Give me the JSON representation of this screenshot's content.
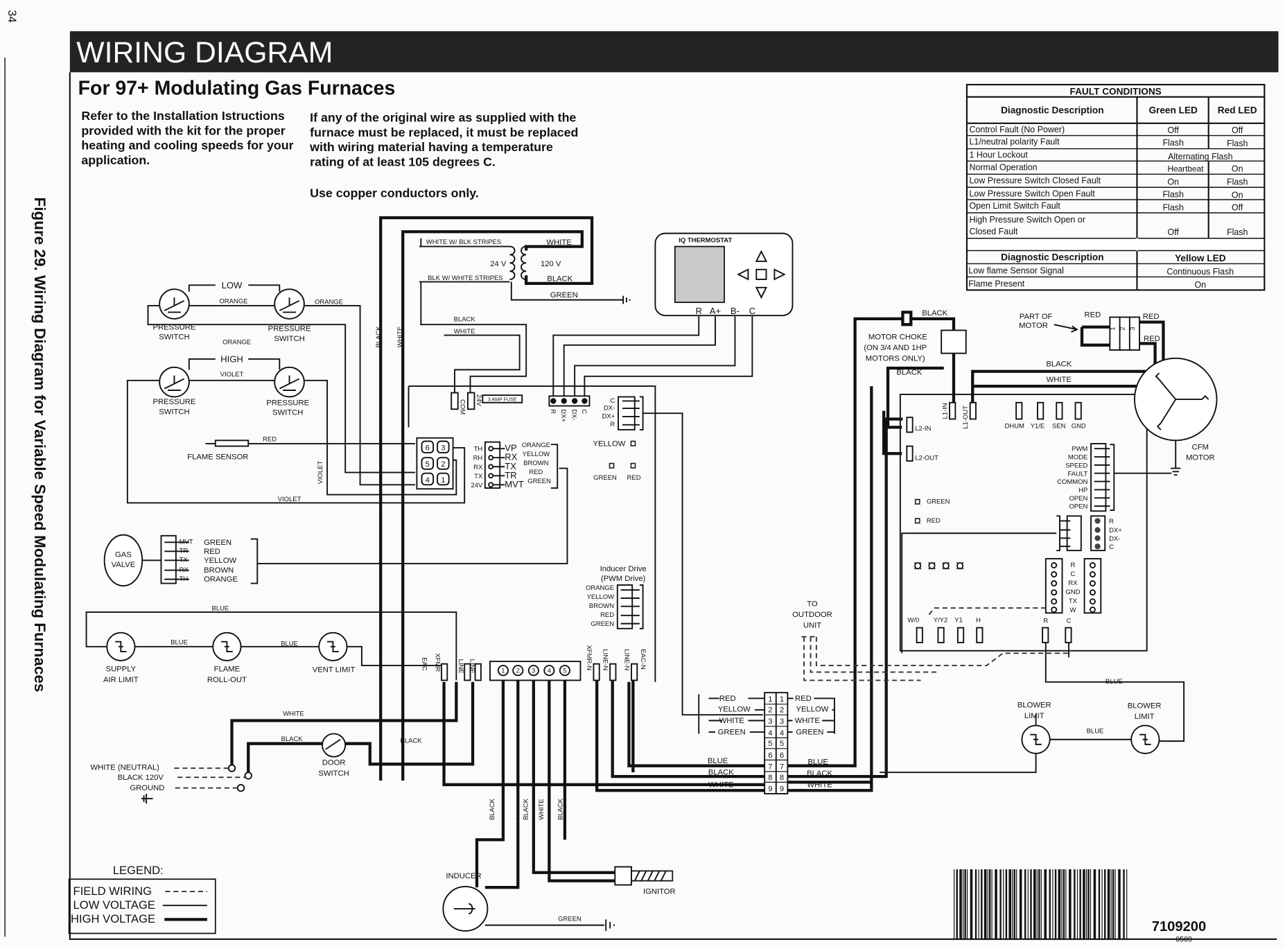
{
  "page_number": "34",
  "side_caption": "Figure 29. Wiring Diagram for Variable Speed Modulating Furnaces",
  "header": {
    "title": "WIRING DIAGRAM",
    "subtitle": "For 97+ Modulating Gas Furnaces"
  },
  "notes": {
    "left": [
      "Refer to the Installation Istructions",
      "provided with the kit for the proper",
      "heating and cooling speeds for your",
      "application."
    ],
    "right": [
      "If any of the original wire as supplied with the",
      "furnace must be replaced, it must be replaced",
      "with wiring material having a temperature",
      "rating of at least 105 degrees C."
    ],
    "copper": "Use copper conductors only."
  },
  "fault_table": {
    "title": "FAULT CONDITIONS",
    "headers": [
      "Diagnostic Description",
      "Green LED",
      "Red LED"
    ],
    "rows": [
      {
        "desc": "Control Fault (No Power)",
        "green": "Off",
        "red": "Off"
      },
      {
        "desc": "L1/neutral polarity Fault",
        "green": "Flash",
        "red": "Flash"
      },
      {
        "desc": "1 Hour Lockout",
        "both": "Alternating Flash"
      },
      {
        "desc": "Normal Operation",
        "green": "Heartbeat",
        "red": "On"
      },
      {
        "desc": "Low Pressure Switch Closed Fault",
        "green": "On",
        "red": "Flash"
      },
      {
        "desc": "Low Pressure Switch Open Fault",
        "green": "Flash",
        "red": "On"
      },
      {
        "desc": "Open Limit Switch Fault",
        "green": "Flash",
        "red": "Off"
      },
      {
        "desc": [
          "High Pressure Switch Open or",
          "Closed Fault"
        ],
        "green": "Off",
        "red": "Flash"
      }
    ],
    "headers2": [
      "Diagnostic Description",
      "Yellow LED"
    ],
    "rows2": [
      {
        "desc": "Low flame Sensor Signal",
        "yellow": "Continuous Flash"
      },
      {
        "desc": "Flame Present",
        "yellow": "On"
      }
    ]
  },
  "pressure": {
    "low": "LOW",
    "high": "HIGH",
    "switch": [
      "PRESSURE",
      "SWITCH"
    ],
    "orange": "ORANGE",
    "violet": "VIOLET"
  },
  "flame_sensor": {
    "label": "FLAME SENSOR",
    "wire": "RED"
  },
  "gas_valve": {
    "label": [
      "GAS",
      "VALVE"
    ],
    "pins": [
      "MVT",
      "TR",
      "TX",
      "RX",
      "TH"
    ],
    "colors": [
      "GREEN",
      "RED",
      "YELLOW",
      "BROWN",
      "ORANGE"
    ]
  },
  "limits": {
    "blue": "BLUE",
    "supply": [
      "SUPPLY",
      "AIR LIMIT"
    ],
    "rollout": [
      "FLAME",
      "ROLL-OUT"
    ],
    "vent": "VENT LIMIT"
  },
  "power": {
    "neutral": "WHITE (NEUTRAL)",
    "hot": "BLACK 120V",
    "ground": "GROUND",
    "white": "WHITE",
    "black": "BLACK",
    "door": [
      "DOOR",
      "SWITCH"
    ]
  },
  "transformer": {
    "primary_white_stripes": "WHITE W/ BLK STRIPES",
    "v24": "24 V",
    "v120": "120 V",
    "secondary_black_stripes": "BLK W/ WHITE STRIPES",
    "white": "WHITE",
    "black": "BLACK",
    "green": "GREEN"
  },
  "hv_labels": {
    "black": "BLACK",
    "white": "WHITE"
  },
  "thermostat": {
    "title": "IQ THERMOSTAT",
    "terminals": [
      "R",
      "A+",
      "B-",
      "C"
    ]
  },
  "board": {
    "com": "COM",
    "v24": "24V",
    "fuse": "3 AMP FUSE",
    "tstat_pins": [
      "R",
      "DX+",
      "DX-",
      "C"
    ],
    "side_pins": [
      "C",
      "DX-",
      "DX+",
      "R"
    ],
    "led_yellow": "YELLOW",
    "led_green": "GREEN",
    "led_red": "RED",
    "left_pins": [
      "TH",
      "RH",
      "RX",
      "TX",
      "24V"
    ],
    "valve_pins": [
      "VP",
      "RX",
      "TX",
      "TR",
      "MVT"
    ],
    "valve_colors": [
      "ORANGE",
      "YELLOW",
      "BROWN",
      "RED",
      "GREEN"
    ],
    "ps_pins": [
      "6",
      "3",
      "5",
      "2",
      "4",
      "1"
    ],
    "inducer_drive": [
      "Inducer Drive",
      "(PWM Drive)"
    ],
    "inducer_colors": [
      "ORANGE",
      "YELLOW",
      "BROWN",
      "RED",
      "GREEN"
    ],
    "bottom_left": [
      "EAC",
      "XFMR",
      "LINE",
      "LINE"
    ],
    "bottom_pins": [
      "1",
      "2",
      "3",
      "4",
      "5"
    ],
    "bottom_right": [
      "XFMR-N",
      "LINE-N",
      "LINE-N",
      "EAC-N"
    ]
  },
  "inducer": {
    "label": "INDUCER",
    "wires": [
      "BLACK",
      "BLACK",
      "WHITE",
      "BLACK"
    ],
    "ignitor": "IGNITOR",
    "green": "GREEN"
  },
  "terminal_block": {
    "left": [
      "RED",
      "YELLOW",
      "WHITE",
      "GREEN",
      "",
      "",
      "BLUE",
      "BLACK",
      "WHITE"
    ],
    "right": [
      "RED",
      "YELLOW",
      "WHITE",
      "GREEN",
      "",
      "",
      "BLUE",
      "BLACK",
      "WHITE"
    ],
    "numbers": [
      "1",
      "2",
      "3",
      "4",
      "5",
      "6",
      "7",
      "8",
      "9"
    ]
  },
  "outdoor": [
    "TO",
    "OUTDOOR",
    "UNIT"
  ],
  "motor": {
    "choke": [
      "MOTOR CHOKE",
      "(ON 3/4 AND 1HP",
      "MOTORS ONLY)"
    ],
    "black": "BLACK",
    "white": "WHITE",
    "red": "RED",
    "part_of_motor": [
      "PART OF",
      "MOTOR"
    ],
    "plug_pins": [
      "1",
      "2",
      "3"
    ],
    "cfm": [
      "CFM",
      "MOTOR"
    ]
  },
  "motor_board": {
    "l1_in": "L1-IN",
    "l1_out": "L1-OUT",
    "l2_in": "L2-IN",
    "l2_out": "L2-OUT",
    "top_terms": [
      "DHUM",
      "Y1/E",
      "SEN",
      "GND"
    ],
    "signal_pins": [
      "PWM",
      "MODE",
      "SPEED",
      "FAULT",
      "COMMON",
      "HP",
      "OPEN",
      "OPEN"
    ],
    "led_green": "GREEN",
    "led_red": "RED",
    "comm_pins": [
      "R",
      "DX+",
      "DX-",
      "C"
    ],
    "mid_pins": [
      "R",
      "C",
      "RX",
      "GND",
      "TX",
      "W"
    ],
    "bottom_terms": [
      "W/0",
      "Y/Y2",
      "Y1",
      "H"
    ],
    "power_terms": [
      "R",
      "C"
    ]
  },
  "blower": {
    "blue": "BLUE",
    "limit": [
      "BLOWER",
      "LIMIT"
    ]
  },
  "legend": {
    "title": "LEGEND:",
    "field": "FIELD WIRING",
    "low": "LOW VOLTAGE",
    "high": "HIGH VOLTAGE"
  },
  "part_number": "7109200",
  "date_code": "0509"
}
